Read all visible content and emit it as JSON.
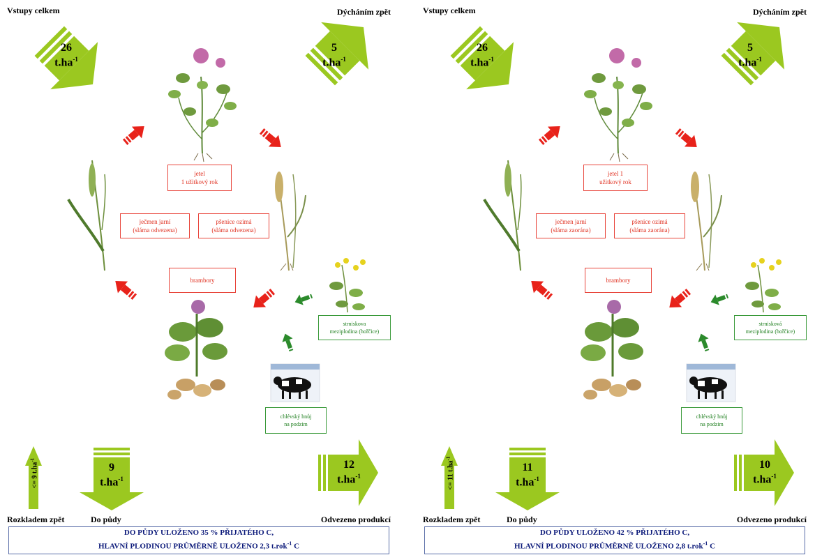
{
  "colors": {
    "arrow_green": "#9bc820",
    "flow_red": "#e8221a",
    "flow_green": "#2b8a2b",
    "box_red": "#e8443a",
    "box_green": "#3a9a3a",
    "summary_text": "#0c1a7a"
  },
  "panels": [
    {
      "labels": {
        "inputs": "Vstupy celkem",
        "respiration": "Dýcháním zpět",
        "decomposition": "Rozkladem zpět",
        "to_soil": "Do půdy",
        "removed": "Odvezeno produkcí"
      },
      "values": {
        "inputs": "26",
        "respiration": "5",
        "decomposition": "9",
        "to_soil": "9",
        "removed": "12"
      },
      "vertical_prefix": "<=",
      "unit": "t.ha",
      "unit_exp": "-1",
      "crops": {
        "clover": [
          "jetel",
          "1 užitkový rok"
        ],
        "barley": [
          "ječmen jarní",
          "(sláma odvezena)"
        ],
        "wheat": [
          "pšenice ozimá",
          "(sláma odvezena)"
        ],
        "potatoes": [
          "brambory"
        ],
        "catch_crop": [
          "strniskova",
          "meziplodina (hořčice)"
        ],
        "manure": [
          "chlévský hnůj",
          "na podzim"
        ]
      },
      "summary": {
        "line1": "DO PŮDY ULOŽENO 35 % PŘIJATÉHO C,",
        "line2_pre": "HLAVNÍ PLODINOU PRŮMĚRNĚ ULOŽENO 2,3 t.rok",
        "line2_exp": "-1",
        "line2_post": " C"
      }
    },
    {
      "labels": {
        "inputs": "Vstupy celkem",
        "respiration": "Dýcháním zpět",
        "decomposition": "Rozkladem zpět",
        "to_soil": "Do půdy",
        "removed": "Odvezeno produkcí"
      },
      "values": {
        "inputs": "26",
        "respiration": "5",
        "decomposition": "11",
        "to_soil": "11",
        "removed": "10"
      },
      "vertical_prefix": "<=",
      "unit": "t.ha",
      "unit_exp": "-1",
      "crops": {
        "clover": [
          "jetel 1",
          "užitkový rok"
        ],
        "barley": [
          "ječmen jarní",
          "(sláma zaorána)"
        ],
        "wheat": [
          "pšenice ozimá",
          "(sláma zaorána)"
        ],
        "potatoes": [
          "brambory"
        ],
        "catch_crop": [
          "strnisková",
          "meziplodina (hořčice)"
        ],
        "manure": [
          "chlévský hnůj",
          "na podzim"
        ]
      },
      "summary": {
        "line1": "DO PŮDY ULOŽENO 42 % PŘIJATÉHO C,",
        "line2_pre": "HLAVNÍ PLODINOU PRŮMĚRNĚ ULOŽENO 2,8 t.rok",
        "line2_exp": "-1",
        "line2_post": " C"
      }
    }
  ]
}
